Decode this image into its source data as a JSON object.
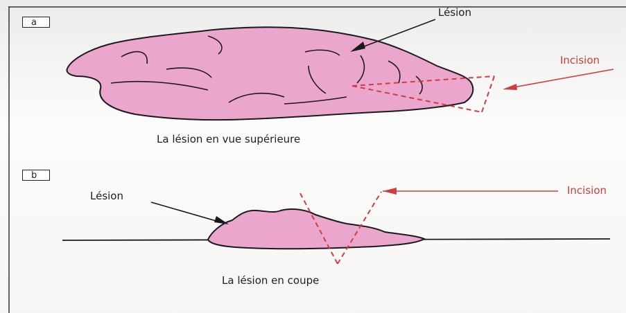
{
  "panel_a": {
    "label": "a",
    "lesion_label": "Lésion",
    "incision_label": "Incision",
    "caption": "La lésion en vue supérieure"
  },
  "panel_b": {
    "label": "b",
    "lesion_label": "Lésion",
    "incision_label": "Incision",
    "caption": "La lésion en coupe"
  },
  "colors": {
    "lesion_fill": "#eaa6cd",
    "outline": "#1a1a1a",
    "incision": "#d13c3c"
  }
}
